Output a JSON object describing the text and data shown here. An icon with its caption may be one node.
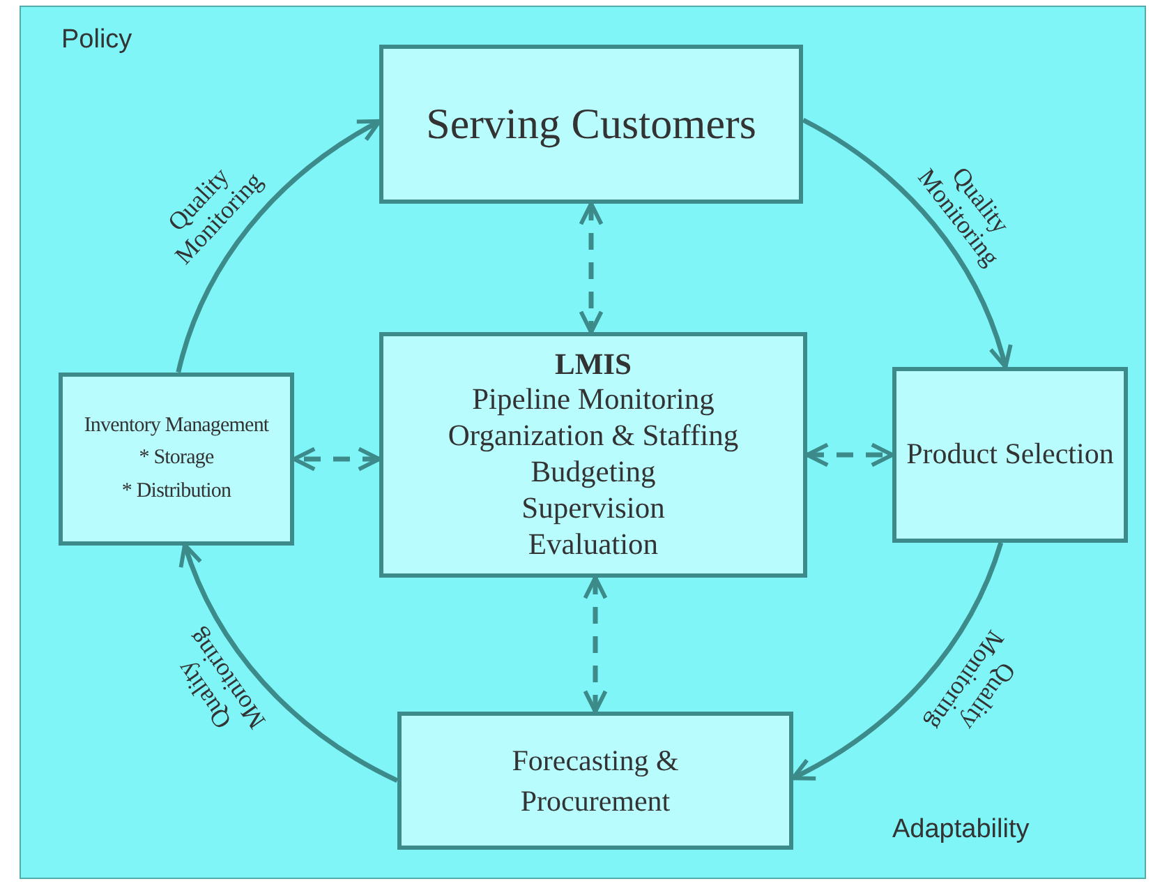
{
  "diagram": {
    "nodes": [
      {
        "text": [
          "Serving Customers"
        ]
      },
      {
        "text": [
          "LMIS",
          "Pipeline Monitoring",
          "Organization & Staffing",
          "Budgeting",
          "Supervision",
          "Evaluation"
        ]
      },
      {
        "text": [
          "Inventory Management",
          "* Storage",
          "* Distribution"
        ]
      },
      {
        "text": [
          "Product Selection"
        ]
      },
      {
        "text": [
          "Forecasting & Procurement"
        ]
      }
    ],
    "edges": [
      {
        "from": 2,
        "to": 0,
        "arrow": "to",
        "label": "Quality Monitoring"
      },
      {
        "from": 0,
        "to": 3,
        "arrow": "to",
        "label": "Quality Monitoring"
      },
      {
        "from": 3,
        "to": 4,
        "arrow": "to",
        "label": "Quality Monitoring"
      },
      {
        "from": 4,
        "to": 2,
        "arrow": "to",
        "label": "Quality Monitoring"
      },
      {
        "from": 0,
        "to": 1,
        "arrow": "both",
        "style": "dashed"
      },
      {
        "from": 1,
        "to": 2,
        "arrow": "both",
        "style": "dashed"
      },
      {
        "from": 1,
        "to": 3,
        "arrow": "both",
        "style": "dashed"
      },
      {
        "from": 1,
        "to": 4,
        "arrow": "both",
        "style": "dashed"
      }
    ],
    "labels": [
      "Policy",
      "Adaptability"
    ]
  }
}
